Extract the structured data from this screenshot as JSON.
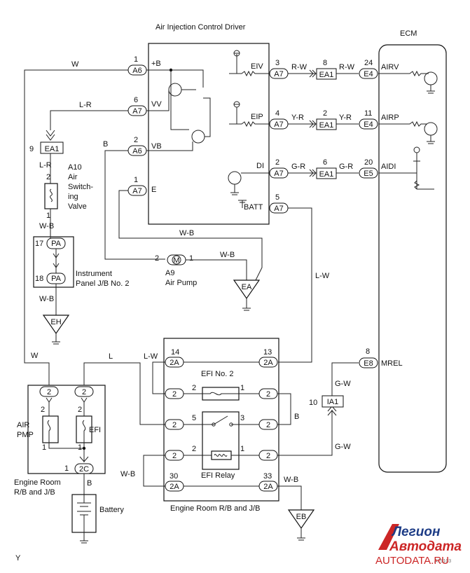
{
  "titles": {
    "driver": "Air Injection Control Driver",
    "ecm": "ECM",
    "engine_room_rb": "Engine Room R/B and J/B",
    "engine_room_rb_left_1": "Engine Room",
    "engine_room_rb_left_2": "R/B and J/B",
    "instrument_1": "Instrument",
    "instrument_2": "Panel J/B No. 2",
    "a10": "A10",
    "a10_1": "Air",
    "a10_2": "Switch-",
    "a10_3": "ing",
    "a10_4": "Valve",
    "a9": "A9",
    "air_pump": "Air Pump",
    "battery": "Battery",
    "efi_no2": "EFI No. 2",
    "efi_relay": "EFI Relay",
    "air_pmp_1": "AIR",
    "air_pmp_2": "PMP",
    "efi": "EFI",
    "corner_y": "Y",
    "code": "A79103"
  },
  "driver_pins": {
    "plus_b": "+B",
    "vv": "VV",
    "vb": "VB",
    "e": "E",
    "eiv": "EIV",
    "eip": "EIP",
    "di": "DI",
    "batt": "BATT"
  },
  "ecm_pins": {
    "airv": "AIRV",
    "airp": "AIRP",
    "aidi": "AIDI",
    "mrel": "MREL"
  },
  "connectors": {
    "a6": "A6",
    "a7": "A7",
    "ea1": "EA1",
    "e4": "E4",
    "e5": "E5",
    "e8": "E8",
    "pa": "PA",
    "twoa": "2A",
    "two": "2",
    "twoc": "2C",
    "ia1": "IA1"
  },
  "grounds": {
    "ea": "EA",
    "eh": "EH",
    "eb": "EB"
  },
  "wire_colors": {
    "w": "W",
    "lr": "L-R",
    "b": "B",
    "rw": "R-W",
    "yr": "Y-R",
    "gr": "G-R",
    "wb": "W-B",
    "lw": "L-W",
    "l": "L",
    "gw": "G-W"
  },
  "pin_numbers": {
    "n1": "1",
    "n2": "2",
    "n3": "3",
    "n4": "4",
    "n5": "5",
    "n6": "6",
    "n8": "8",
    "n9": "9",
    "n10": "10",
    "n11": "11",
    "n13": "13",
    "n14": "14",
    "n17": "17",
    "n18": "18",
    "n20": "20",
    "n24": "24",
    "n30": "30",
    "n33": "33"
  },
  "watermark": {
    "line1": "Легион",
    "line2": "Автодата",
    "line3": "AUTODATA.RU",
    "color_primary": "#1d3c86",
    "color_accent": "#cc2626"
  }
}
